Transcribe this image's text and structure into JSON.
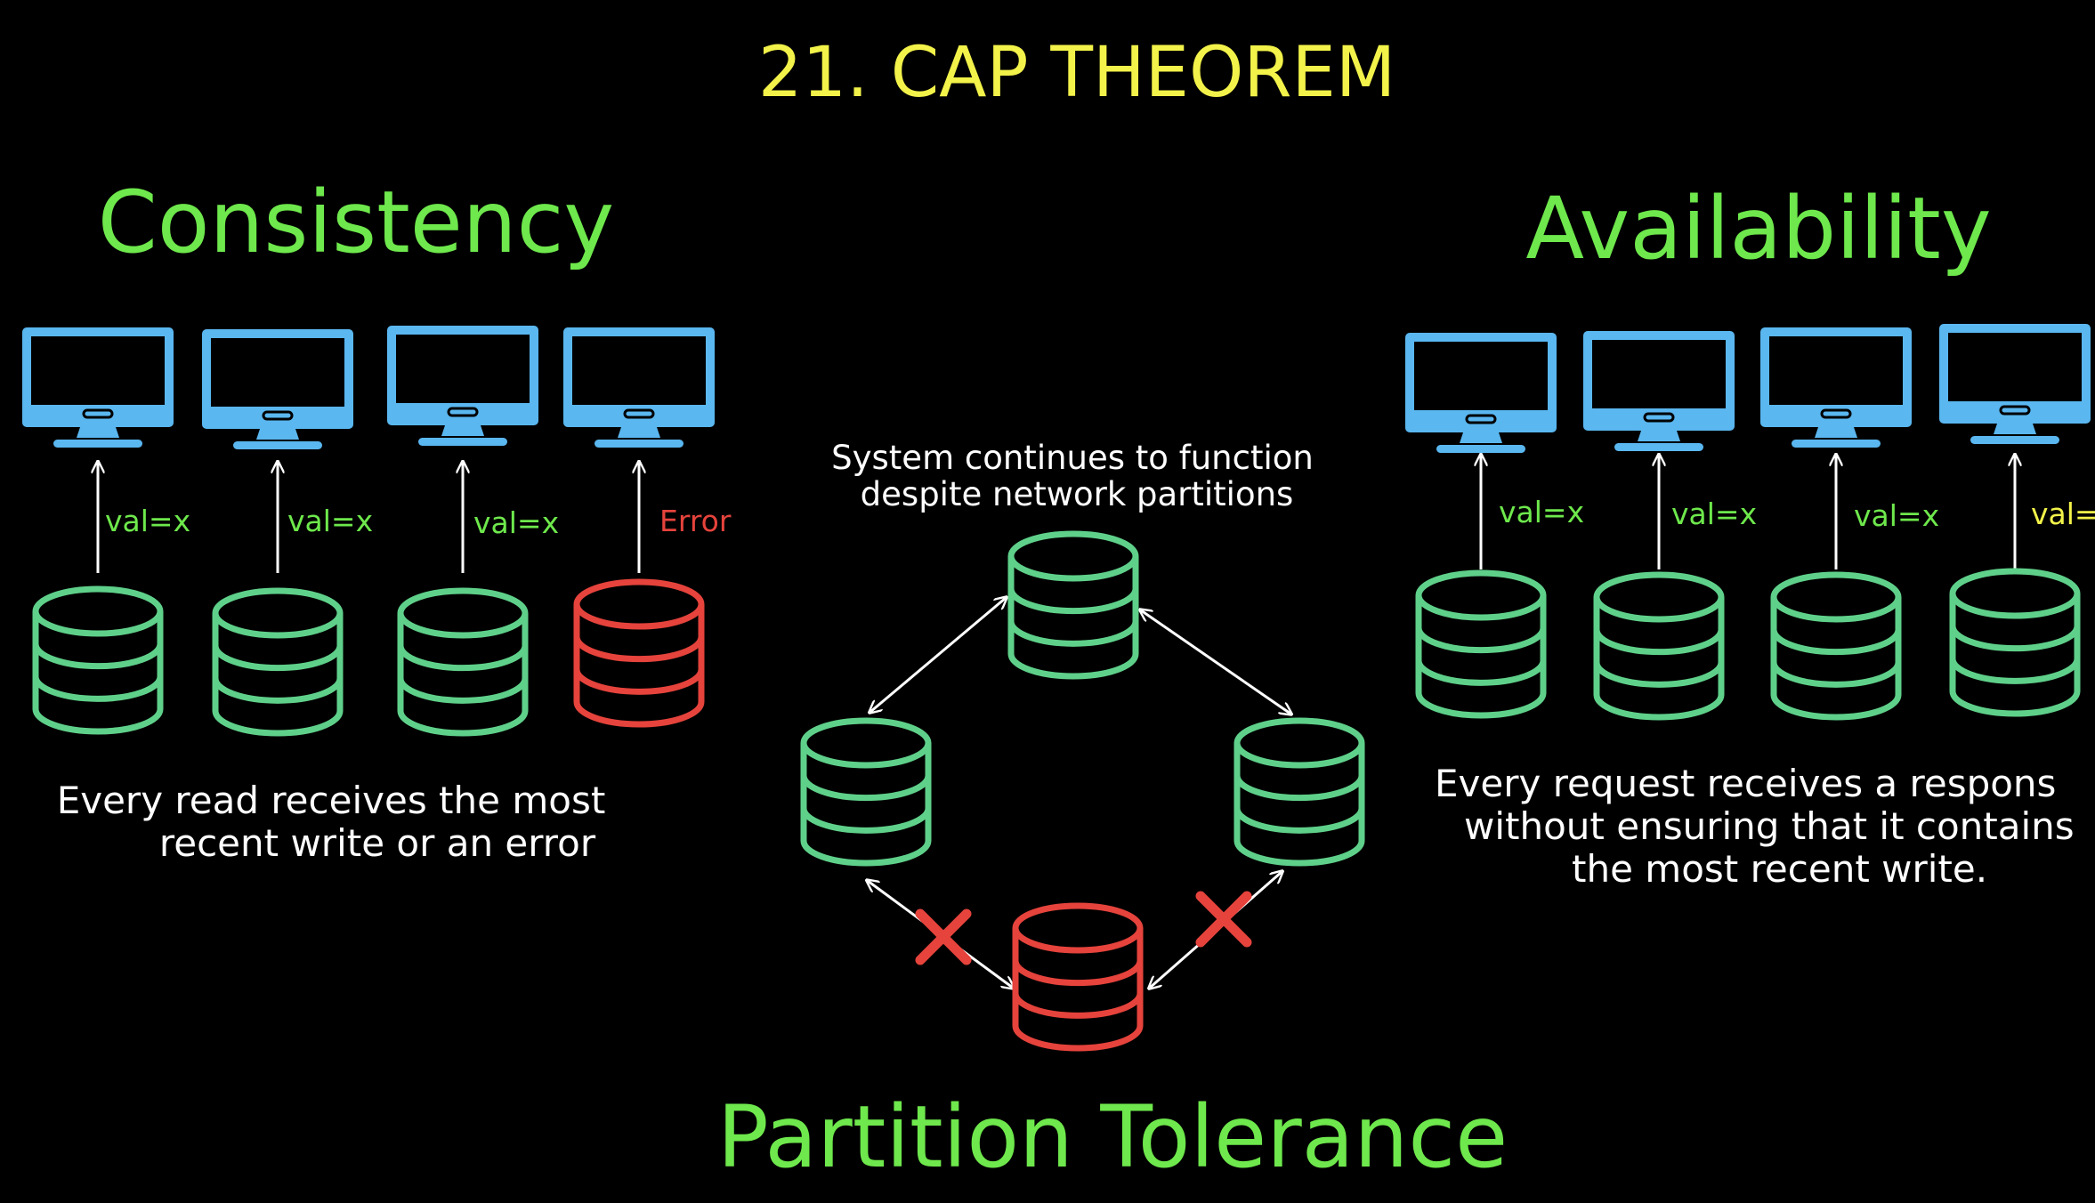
{
  "title": "21. CAP THEOREM",
  "consistency": {
    "heading": "Consistency",
    "labels": [
      "val=x",
      "val=x",
      "val=x",
      "Error"
    ],
    "description_line1": "Every read receives the most",
    "description_line2": "recent write or an error"
  },
  "availability": {
    "heading": "Availability",
    "labels": [
      "val=x",
      "val=x",
      "val=x",
      "val="
    ],
    "description_line1": "Every request receives a respons",
    "description_line2": "without ensuring that it contains",
    "description_line3": "the most recent write."
  },
  "partition": {
    "heading": "Partition Tolerance",
    "description_line1": "System continues to function",
    "description_line2": "despite network partitions"
  },
  "colors": {
    "title": "#f2f24a",
    "heading": "#6ee84c",
    "database_ok": "#5fd08a",
    "database_error": "#e5433c",
    "monitor": "#5ab7f0",
    "label_ok": "#6ee84c",
    "label_error": "#e5433c",
    "background": "#000000"
  },
  "icons": {
    "monitor": "monitor-icon",
    "database": "database-icon",
    "failure": "x-mark-icon"
  }
}
